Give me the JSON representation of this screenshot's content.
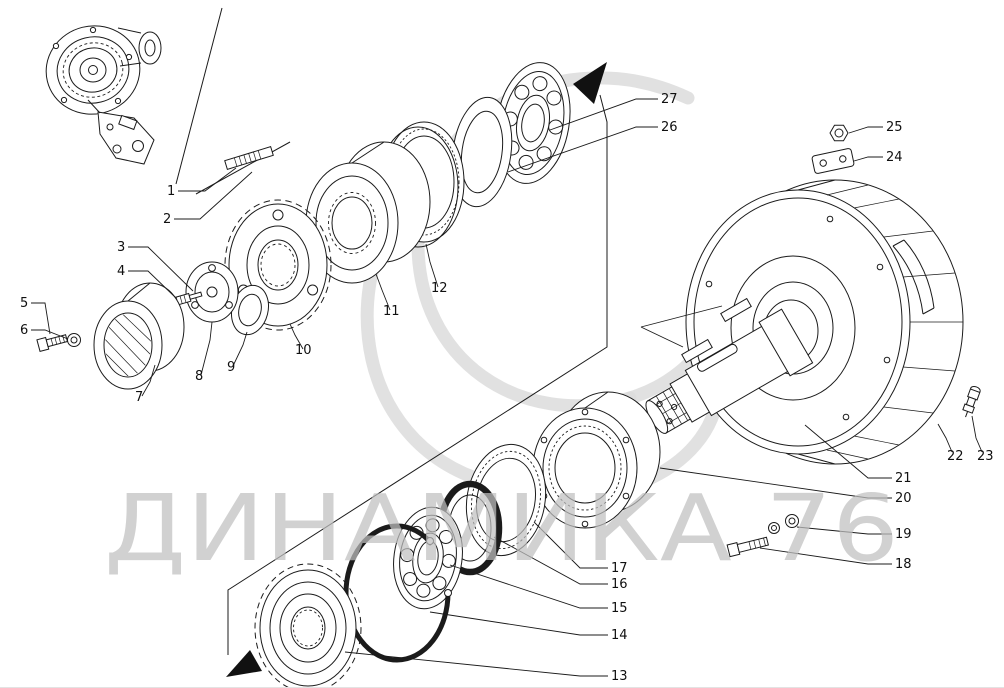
{
  "watermark": {
    "text": "ДИНАМИКА 76"
  },
  "callouts": [
    "1",
    "2",
    "3",
    "4",
    "5",
    "6",
    "7",
    "8",
    "9",
    "10",
    "11",
    "12",
    "13",
    "14",
    "15",
    "16",
    "17",
    "18",
    "19",
    "20",
    "21",
    "22",
    "23",
    "24",
    "25",
    "26",
    "27"
  ]
}
